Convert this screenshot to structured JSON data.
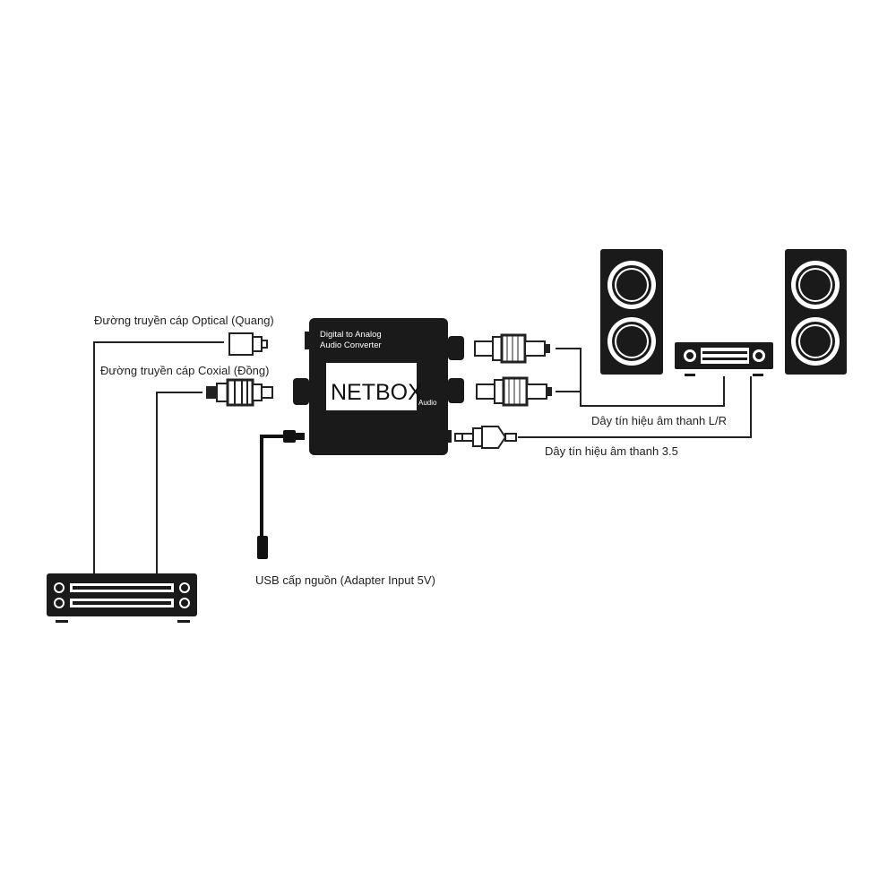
{
  "labels": {
    "optical": "Đường truyền cáp Optical (Quang)",
    "coaxial": "Đường truyền cáp Coxial (Đồng)",
    "usb": "USB cấp nguồn (Adapter Input 5V)",
    "lr": "Dây tín hiệu âm thanh L/R",
    "aux35": "Dây tín hiệu âm thanh 3.5"
  },
  "converter": {
    "line1": "Digital to Analog",
    "line2": "Audio Converter",
    "brand": "NETBOX",
    "sub": "Audio"
  },
  "colors": {
    "ink": "#1a1a1a",
    "paper": "#ffffff"
  }
}
